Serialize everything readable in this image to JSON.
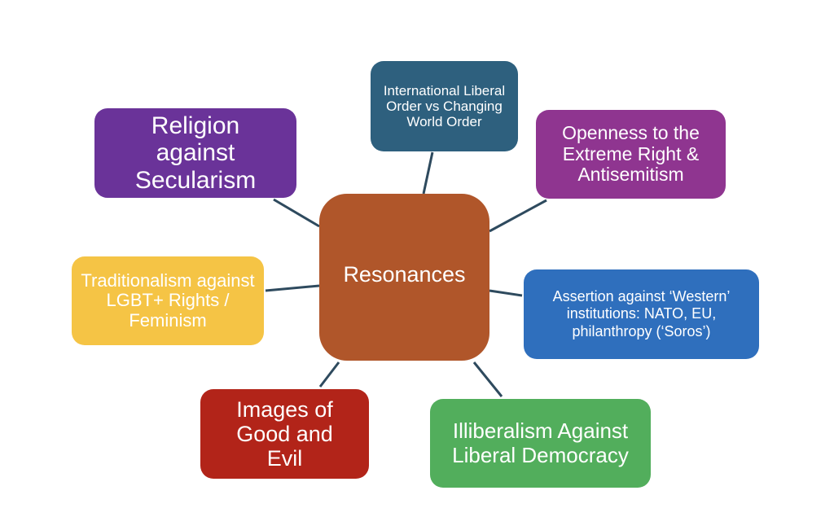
{
  "center": {
    "label": "Resonances",
    "color": "#B0562A"
  },
  "nodes": [
    {
      "id": "religion",
      "label": "Religion against Secularism",
      "color": "#6A3399"
    },
    {
      "id": "international",
      "label": "International Liberal Order vs Changing World Order",
      "color": "#2E607E"
    },
    {
      "id": "openness",
      "label": "Openness to the Extreme Right & Antisemitism",
      "color": "#8F3590"
    },
    {
      "id": "traditionalism",
      "label": "Traditionalism against LGBT+ Rights / Feminism",
      "color": "#F5C445"
    },
    {
      "id": "assertion",
      "label": "Assertion against ‘Western’ institutions: NATO, EU, philanthropy (‘Soros’)",
      "color": "#2F6FBD"
    },
    {
      "id": "images",
      "label": "Images of Good and Evil",
      "color": "#B22419"
    },
    {
      "id": "illiberalism",
      "label": "Illiberalism Against Liberal Democracy",
      "color": "#52AE5C"
    }
  ],
  "connector_color": "#2E4A5E"
}
